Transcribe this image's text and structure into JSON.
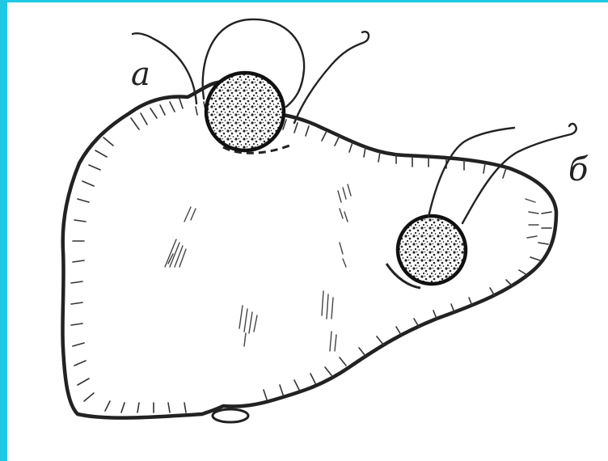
{
  "labels": {
    "a": "а",
    "b": "б"
  },
  "colors": {
    "border": "#1ec8e6",
    "ink": "#222222",
    "paper": "#ffffff"
  },
  "elements": {
    "organ": "liver-outline",
    "nodule_a": "nodule-a",
    "nodule_b": "nodule-b",
    "suture": "suture-thread"
  }
}
